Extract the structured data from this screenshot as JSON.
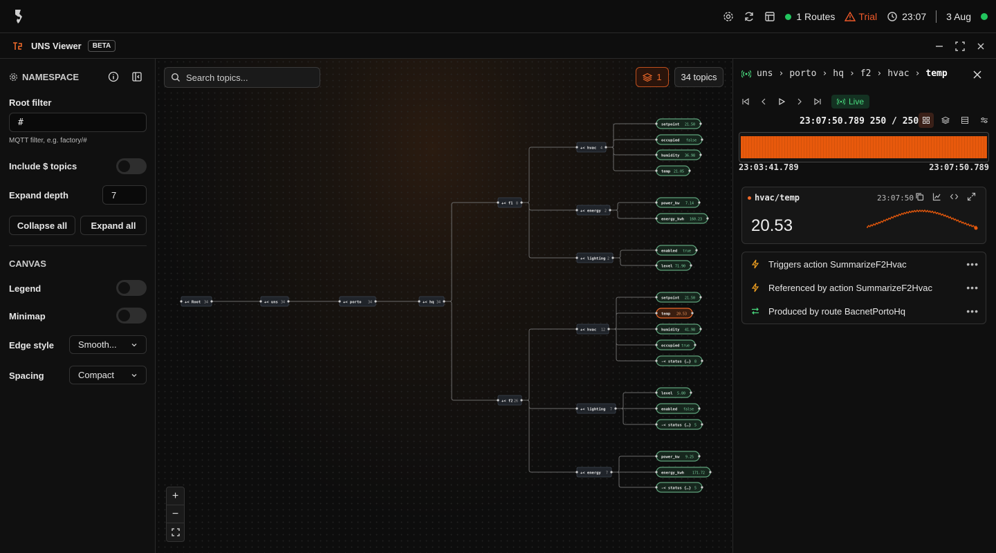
{
  "topbar": {
    "routes_label": "1 Routes",
    "trial_label": "Trial",
    "time": "23:07",
    "date": "3 Aug",
    "status_color": "#22c55e",
    "icons": [
      "settings-icon",
      "refresh-icon",
      "layout-icon",
      "clock-icon",
      "warning-icon"
    ]
  },
  "appbar": {
    "title": "UNS Viewer",
    "badge": "BETA"
  },
  "sidebar": {
    "namespace_heading": "NAMESPACE",
    "root_filter_label": "Root filter",
    "root_filter_value": "#",
    "root_filter_hint": "MQTT filter, e.g. factory/#",
    "include_sys_label": "Include $ topics",
    "include_sys_on": false,
    "expand_depth_label": "Expand depth",
    "expand_depth_value": "7",
    "collapse_all": "Collapse all",
    "expand_all": "Expand all",
    "canvas_heading": "CANVAS",
    "legend_label": "Legend",
    "legend_on": false,
    "minimap_label": "Minimap",
    "minimap_on": false,
    "edge_style_label": "Edge style",
    "edge_style_value": "Smooth...",
    "spacing_label": "Spacing",
    "spacing_value": "Compact"
  },
  "canvas": {
    "search_placeholder": "Search topics...",
    "layers_count": "1",
    "topics_count": "34 topics",
    "zoom": [
      "+",
      "−",
      "⛶"
    ],
    "accent": "#f06a2a"
  },
  "tree": {
    "nodes": [
      {
        "id": "root",
        "label": "Root",
        "count": "34",
        "kind": "branch"
      },
      {
        "id": "uns",
        "label": "uns",
        "count": "34",
        "kind": "branch"
      },
      {
        "id": "porto",
        "label": "porto",
        "count": "34",
        "kind": "branch"
      },
      {
        "id": "hq",
        "label": "hq",
        "count": "34",
        "kind": "branch"
      },
      {
        "id": "f1",
        "label": "f1",
        "count": "8",
        "kind": "branch"
      },
      {
        "id": "f2",
        "label": "f2",
        "count": "26",
        "kind": "branch"
      },
      {
        "id": "f1hvac",
        "label": "hvac",
        "count": "4",
        "kind": "branch"
      },
      {
        "id": "f1energy",
        "label": "energy",
        "count": "2",
        "kind": "branch"
      },
      {
        "id": "f1lighting",
        "label": "lighting",
        "count": "2",
        "kind": "branch"
      },
      {
        "id": "f2hvac",
        "label": "hvac",
        "count": "12",
        "kind": "branch"
      },
      {
        "id": "f2lighting",
        "label": "lighting",
        "count": "7",
        "kind": "branch"
      },
      {
        "id": "f2energy",
        "label": "energy",
        "count": "7",
        "kind": "branch"
      },
      {
        "id": "l1",
        "label": "setpoint",
        "value": "21.50",
        "kind": "leaf"
      },
      {
        "id": "l2",
        "label": "occupied",
        "value": "false",
        "kind": "leaf"
      },
      {
        "id": "l3",
        "label": "humidity",
        "value": "36.98",
        "kind": "leaf"
      },
      {
        "id": "l4",
        "label": "temp",
        "value": "21.05",
        "kind": "leaf"
      },
      {
        "id": "l5",
        "label": "power_kw",
        "value": "7.14",
        "kind": "leaf"
      },
      {
        "id": "l6",
        "label": "energy_kwh",
        "value": "160.23",
        "kind": "leaf"
      },
      {
        "id": "l7",
        "label": "enabled",
        "value": "true",
        "kind": "leaf"
      },
      {
        "id": "l8",
        "label": "level",
        "value": "71.90",
        "kind": "leaf"
      },
      {
        "id": "l9",
        "label": "setpoint",
        "value": "21.50",
        "kind": "leaf"
      },
      {
        "id": "l10",
        "label": "temp",
        "value": "20.53",
        "kind": "leaf-selected"
      },
      {
        "id": "l11",
        "label": "humidity",
        "value": "41.98",
        "kind": "leaf"
      },
      {
        "id": "l12",
        "label": "occupied",
        "value": "true",
        "kind": "leaf"
      },
      {
        "id": "l13",
        "label": "status {…}",
        "value": "8",
        "kind": "group"
      },
      {
        "id": "l14",
        "label": "level",
        "value": "5.80",
        "kind": "leaf"
      },
      {
        "id": "l15",
        "label": "enabled",
        "value": "false",
        "kind": "leaf"
      },
      {
        "id": "l16",
        "label": "status {…}",
        "value": "5",
        "kind": "group"
      },
      {
        "id": "l17",
        "label": "power_kw",
        "value": "9.25",
        "kind": "leaf"
      },
      {
        "id": "l18",
        "label": "energy_kwh",
        "value": "171.72",
        "kind": "leaf"
      },
      {
        "id": "l19",
        "label": "status {…}",
        "value": "5",
        "kind": "group"
      }
    ]
  },
  "detail": {
    "breadcrumb": [
      "uns",
      "porto",
      "hq",
      "f2",
      "hvac",
      "temp"
    ],
    "live_label": "Live",
    "timestamp": "23:07:50.789",
    "position": "250 / 250",
    "range_start": "23:03:41.789",
    "range_end": "23:07:50.789",
    "card": {
      "topic": "hvac/temp",
      "time": "23:07:50",
      "value": "20.53"
    },
    "actions": [
      {
        "text": "Triggers action SummarizeF2Hvac",
        "icon": "bolt-icon",
        "color": "#f0a020"
      },
      {
        "text": "Referenced by action SummarizeF2Hvac",
        "icon": "bolt-icon",
        "color": "#f0a020"
      },
      {
        "text": "Produced by route BacnetPortoHq",
        "icon": "route-icon",
        "color": "#4ade80"
      }
    ]
  }
}
